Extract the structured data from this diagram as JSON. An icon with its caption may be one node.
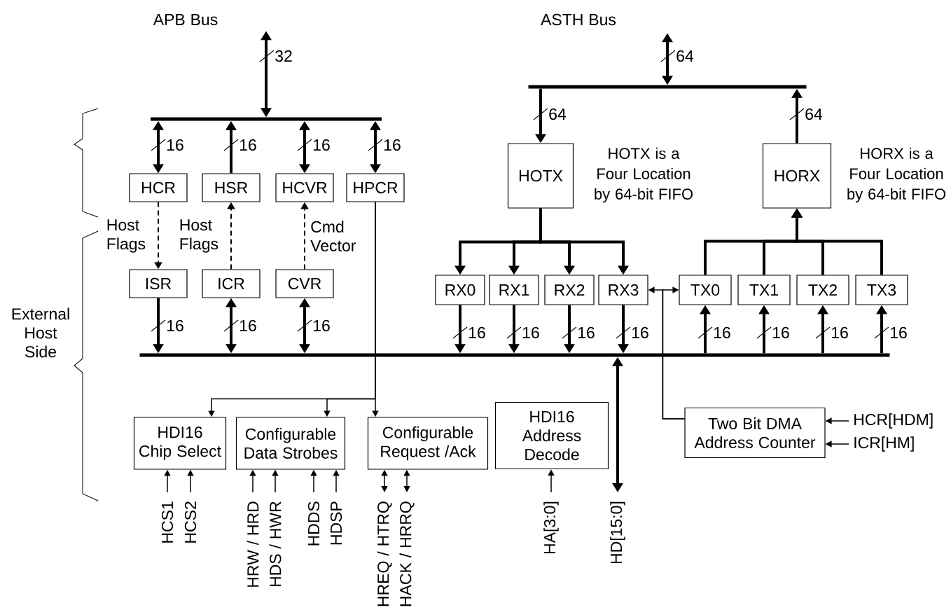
{
  "diagram": {
    "nodes": [
      {
        "text": [],
        "shape": "bar"
      },
      {
        "text": [
          "HCR"
        ]
      },
      {
        "text": [
          "HSR"
        ]
      },
      {
        "text": [
          "HCVR"
        ]
      },
      {
        "text": [
          "HPCR"
        ]
      },
      {
        "text": [
          "ISR"
        ]
      },
      {
        "text": [
          "ICR"
        ]
      },
      {
        "text": [
          "CVR"
        ]
      },
      {
        "text": [],
        "shape": "bar"
      },
      {
        "text": [
          "HOTX"
        ],
        "beside": [
          "HOTX is a Four Location by 64-bit FIFO"
        ]
      },
      {
        "text": [
          "HORX"
        ],
        "beside": [
          "HORX is a Four Location by 64-bit FIFO"
        ]
      },
      {
        "text": [
          "RX0"
        ]
      },
      {
        "text": [
          "RX1"
        ]
      },
      {
        "text": [
          "RX2"
        ]
      },
      {
        "text": [
          "RX3"
        ]
      },
      {
        "text": [
          "TX0"
        ]
      },
      {
        "text": [
          "TX1"
        ]
      },
      {
        "text": [
          "TX2"
        ]
      },
      {
        "text": [
          "TX3"
        ]
      },
      {
        "text": [],
        "shape": "bar"
      },
      {
        "text": [
          "HDI16 Chip Select"
        ]
      },
      {
        "text": [
          "Configurable Data Strobes"
        ]
      },
      {
        "text": [
          "Configurable Request /Ack"
        ]
      },
      {
        "text": [
          "HDI16 Address Decode"
        ]
      },
      {
        "text": [
          "Two Bit DMA Address Counter"
        ]
      },
      {
        "text": [
          "HCS1"
        ]
      },
      {
        "text": [
          "HCS2"
        ]
      },
      {
        "text": [
          "HRW / HRD"
        ]
      },
      {
        "text": [
          "HDS / HWR"
        ]
      },
      {
        "text": [
          "HDDS"
        ]
      },
      {
        "text": [
          "HDSP"
        ]
      },
      {
        "text": [
          "HREQ / HTRQ"
        ]
      },
      {
        "text": [
          "HACK / HRRQ"
        ]
      },
      {
        "text": [
          "HA[3:0]"
        ]
      },
      {
        "text": [
          "HD[15:0]"
        ]
      },
      {
        "text": [
          "HCR[HDM]"
        ]
      },
      {
        "text": [
          "ICR[HM]"
        ]
      }
    ],
    "edges": [
      {
        "from": null,
        "to": 0,
        "arrow": "both",
        "label": "32"
      },
      {
        "from": 0,
        "to": 1,
        "arrow": "both",
        "label": "16"
      },
      {
        "from": 2,
        "to": 0,
        "arrow": "to",
        "label": "16"
      },
      {
        "from": 0,
        "to": 3,
        "arrow": "both",
        "label": "16"
      },
      {
        "from": 0,
        "to": 4,
        "arrow": "both",
        "label": "16"
      },
      {
        "from": 1,
        "to": 5,
        "arrow": "to",
        "label": "Host Flags",
        "style": "dashed"
      },
      {
        "from": 6,
        "to": 2,
        "arrow": "to",
        "label": "Host Flags",
        "style": "dashed"
      },
      {
        "from": 7,
        "to": 3,
        "arrow": "to",
        "label": "Cmd Vector",
        "style": "dashed"
      },
      {
        "from": 5,
        "to": 19,
        "arrow": "to",
        "label": "16"
      },
      {
        "from": 6,
        "to": 19,
        "arrow": "both",
        "label": "16"
      },
      {
        "from": 7,
        "to": 19,
        "arrow": "both",
        "label": "16"
      },
      {
        "from": null,
        "to": 8,
        "arrow": "both",
        "label": "64"
      },
      {
        "from": 8,
        "to": 9,
        "arrow": "to",
        "label": "64"
      },
      {
        "from": 10,
        "to": 8,
        "arrow": "to",
        "label": "64"
      },
      {
        "from": 9,
        "to": 11,
        "arrow": "to"
      },
      {
        "from": 9,
        "to": 12,
        "arrow": "to"
      },
      {
        "from": 9,
        "to": 13,
        "arrow": "to"
      },
      {
        "from": 9,
        "to": 14,
        "arrow": "to"
      },
      {
        "from": 15,
        "to": 10,
        "arrow": "to"
      },
      {
        "from": 16,
        "to": 10,
        "arrow": "to"
      },
      {
        "from": 17,
        "to": 10,
        "arrow": "to"
      },
      {
        "from": 18,
        "to": 10,
        "arrow": "to"
      },
      {
        "from": 11,
        "to": 19,
        "arrow": "to",
        "label": "16"
      },
      {
        "from": 12,
        "to": 19,
        "arrow": "to",
        "label": "16"
      },
      {
        "from": 13,
        "to": 19,
        "arrow": "to",
        "label": "16"
      },
      {
        "from": 14,
        "to": 19,
        "arrow": "to",
        "label": "16"
      },
      {
        "from": 19,
        "to": 15,
        "arrow": "to",
        "label": "16"
      },
      {
        "from": 19,
        "to": 16,
        "arrow": "to",
        "label": "16"
      },
      {
        "from": 19,
        "to": 17,
        "arrow": "to",
        "label": "16"
      },
      {
        "from": 19,
        "to": 18,
        "arrow": "to",
        "label": "16"
      },
      {
        "from": 19,
        "to": 34,
        "arrow": "both"
      },
      {
        "from": 4,
        "to": 20,
        "arrow": "to"
      },
      {
        "from": 4,
        "to": 21,
        "arrow": "to"
      },
      {
        "from": 4,
        "to": 22,
        "arrow": "to"
      },
      {
        "from": 24,
        "to": 14,
        "arrow": "to"
      },
      {
        "from": 24,
        "to": 15,
        "arrow": "to"
      },
      {
        "from": 25,
        "to": 20,
        "arrow": "to"
      },
      {
        "from": 26,
        "to": 20,
        "arrow": "to"
      },
      {
        "from": 27,
        "to": 21,
        "arrow": "to"
      },
      {
        "from": 28,
        "to": 21,
        "arrow": "to"
      },
      {
        "from": 29,
        "to": 21,
        "arrow": "to"
      },
      {
        "from": 30,
        "to": 21,
        "arrow": "to"
      },
      {
        "from": 31,
        "to": 22,
        "arrow": "both"
      },
      {
        "from": 32,
        "to": 22,
        "arrow": "both"
      },
      {
        "from": 33,
        "to": 23,
        "arrow": "to"
      },
      {
        "from": 35,
        "to": 24,
        "arrow": "to"
      },
      {
        "from": 36,
        "to": 24,
        "arrow": "to"
      }
    ],
    "labels": [
      "APB Bus",
      "ASTH Bus",
      "External Host Side"
    ]
  }
}
